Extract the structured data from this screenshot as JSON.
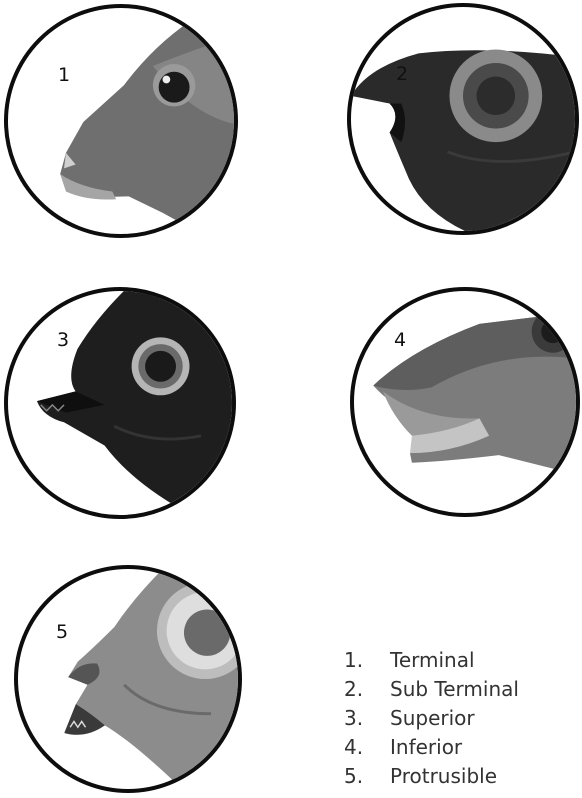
{
  "circles": [
    {
      "label": "1"
    },
    {
      "label": "2"
    },
    {
      "label": "3"
    },
    {
      "label": "4"
    },
    {
      "label": "5"
    }
  ],
  "legend": [
    {
      "num": "1.",
      "text": "Terminal"
    },
    {
      "num": "2.",
      "text": "Sub Terminal"
    },
    {
      "num": "3.",
      "text": "Superior"
    },
    {
      "num": "4.",
      "text": "Inferior"
    },
    {
      "num": "5.",
      "text": "Protrusible"
    }
  ],
  "colors": {
    "border": "#0d0d0d",
    "text": "#333333"
  }
}
